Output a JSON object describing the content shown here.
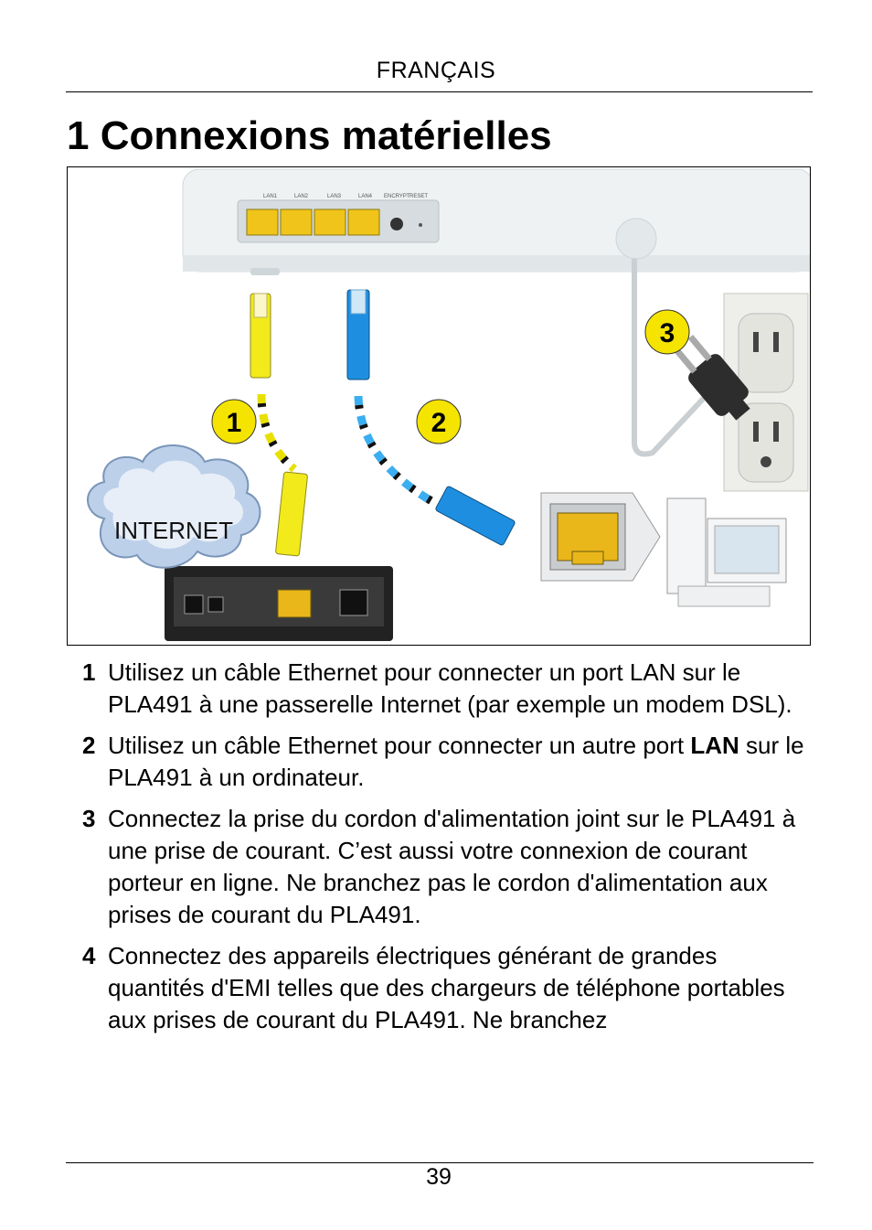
{
  "header": {
    "language": "FRANÇAIS"
  },
  "title": "1 Connexions matérielles",
  "figure": {
    "port_labels": [
      "LAN1",
      "LAN2",
      "LAN3",
      "LAN4",
      "ENCRYPT",
      "RESET"
    ],
    "badges": [
      "1",
      "2",
      "3"
    ],
    "cloud_label": "INTERNET",
    "cable_colors": {
      "internet_cable": "#f2ea1a",
      "lan_cable": "#1e8fe0",
      "badge": "#f5e400"
    }
  },
  "steps": [
    {
      "num": "1",
      "text": "Utilisez un câble Ethernet pour connecter un port LAN sur le PLA491 à une passerelle Internet (par exemple un modem DSL)."
    },
    {
      "num": "2",
      "text_before": "Utilisez un câble Ethernet pour connecter un autre port ",
      "bold": "LAN",
      "text_after": " sur le PLA491 à un ordinateur."
    },
    {
      "num": "3",
      "text": "Connectez la prise du cordon d'alimentation joint sur le PLA491 à une prise de courant. C’est aussi votre connexion de courant porteur en ligne. Ne branchez pas le cordon d'alimentation aux prises de courant du PLA491."
    },
    {
      "num": "4",
      "text": "Connectez des appareils électriques générant de grandes quantités d'EMI telles que des chargeurs de téléphone portables aux prises de courant du PLA491. Ne branchez"
    }
  ],
  "footer": {
    "page_number": "39"
  }
}
